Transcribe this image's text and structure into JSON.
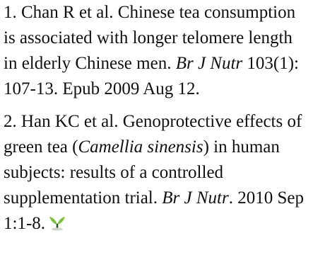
{
  "references": [
    {
      "number": "1.",
      "authors": "Chan R et al.",
      "title": "Chinese tea consumption is associated with longer telomere length in elderly Chinese men.",
      "journal": "Br J Nutr",
      "details": "103(1): 107-13. Epub 2009 Aug 12."
    },
    {
      "number": "2.",
      "authors": "Han KC et al.",
      "title_before": "Genoprotective effects of green tea (",
      "title_species": "Camellia sinensis",
      "title_after": ") in human subjects: results of a controlled supplementation trial.",
      "journal": "Br J Nutr",
      "details": ". 2010 Sep 1:1-8."
    }
  ],
  "icons": {
    "end_mark": "leaf-sprout-icon",
    "end_mark_colors": [
      "#7bbf3a",
      "#2b4f1d",
      "#cfd6c8"
    ]
  }
}
